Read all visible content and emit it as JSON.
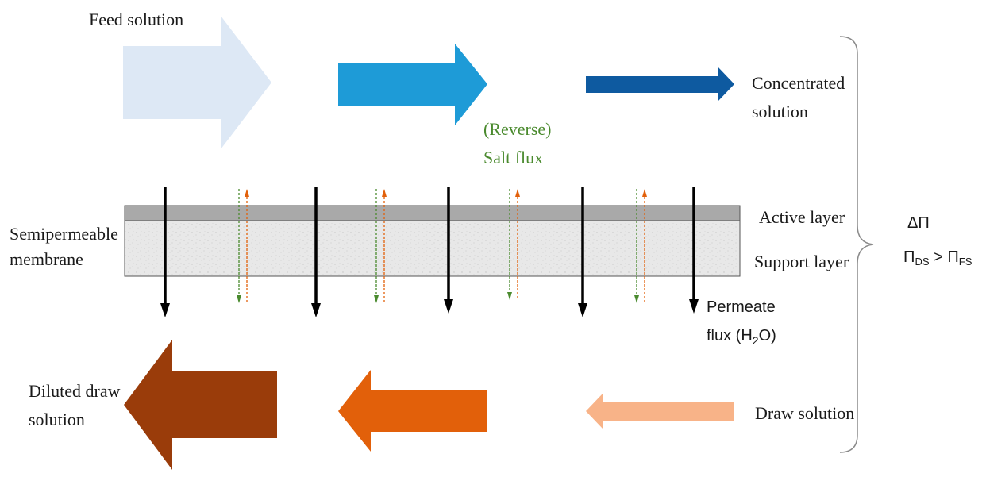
{
  "labels": {
    "feed_solution": "Feed solution",
    "concentrated_line1": "Concentrated",
    "concentrated_line2": "solution",
    "reverse_line1": "(Reverse)",
    "reverse_line2": "Salt flux",
    "semipermeable_line1": "Semipermeable",
    "semipermeable_line2": "membrane",
    "active_layer": "Active layer",
    "support_layer": "Support layer",
    "permeate_line1": "Permeate",
    "permeate_line2_prefix": "flux (H",
    "permeate_sub": "2",
    "permeate_line2_suffix": "O)",
    "diluted_line1": "Diluted draw",
    "diluted_line2": "solution",
    "draw_solution": "Draw solution",
    "delta_pi": "ΔΠ",
    "pi_symbol": "Π",
    "pi_ds_sub": "DS",
    "gt": " > ",
    "pi_fs_sub": "FS"
  },
  "colors": {
    "feed_arrow_1": "#dde8f5",
    "feed_arrow_2": "#1e9bd7",
    "feed_arrow_3": "#0e5aa0",
    "draw_arrow_1": "#9a3c0a",
    "draw_arrow_2": "#e2600a",
    "draw_arrow_3": "#f8b388",
    "active_layer": "#a9a9a9",
    "support_layer": "#e6e6e6",
    "water_arrow": "#000000",
    "salt_flux_reverse": "#4a8a2e",
    "salt_flux_forward": "#e2600a",
    "brace": "#8a8a8a"
  },
  "icons": {
    "water_flux": "down-arrow-icon",
    "salt_flux": "dashed-up-down-arrow-icon",
    "brace": "right-curly-brace-icon"
  }
}
